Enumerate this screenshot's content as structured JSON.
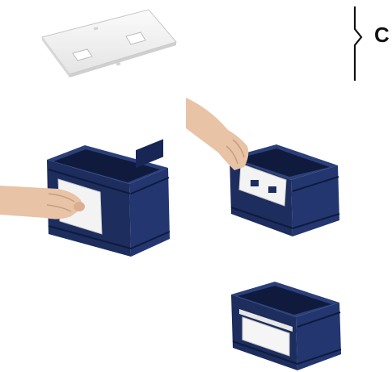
{
  "step": {
    "label": "C"
  },
  "illustration": {
    "crate_color": "#1c2d5e",
    "crate_dark": "#0f1a3d",
    "crate_light": "#2b3f7a",
    "label_holder_color": "#f1f1f1",
    "skin_color": "#e9c3a6",
    "panels": [
      "loose-label-insert",
      "hand-inserting-insert-side",
      "hand-inserting-insert-end",
      "insert-fitted-in-crate"
    ]
  }
}
